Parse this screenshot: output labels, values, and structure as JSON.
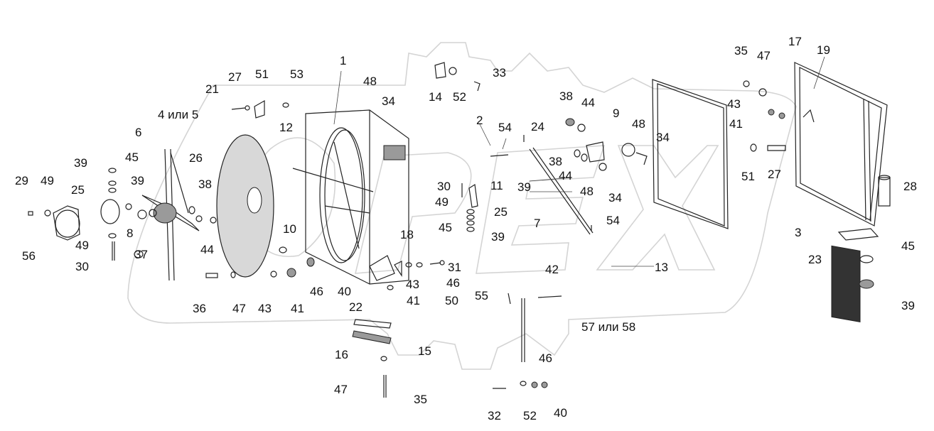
{
  "callouts": [
    {
      "id": "c1",
      "text": "1"
    },
    {
      "id": "c2",
      "text": "2"
    },
    {
      "id": "c3",
      "text": "3"
    },
    {
      "id": "c4",
      "text": "4 или 5"
    },
    {
      "id": "c6",
      "text": "6"
    },
    {
      "id": "c7",
      "text": "7"
    },
    {
      "id": "c8",
      "text": "8"
    },
    {
      "id": "c9",
      "text": "9"
    },
    {
      "id": "c10",
      "text": "10"
    },
    {
      "id": "c11",
      "text": "11"
    },
    {
      "id": "c12",
      "text": "12"
    },
    {
      "id": "c13",
      "text": "13"
    },
    {
      "id": "c14",
      "text": "14"
    },
    {
      "id": "c15",
      "text": "15"
    },
    {
      "id": "c16",
      "text": "16"
    },
    {
      "id": "c17",
      "text": "17"
    },
    {
      "id": "c18",
      "text": "18"
    },
    {
      "id": "c19",
      "text": "19"
    },
    {
      "id": "c21",
      "text": "21"
    },
    {
      "id": "c22",
      "text": "22"
    },
    {
      "id": "c23",
      "text": "23"
    },
    {
      "id": "c24",
      "text": "24"
    },
    {
      "id": "c25a",
      "text": "25"
    },
    {
      "id": "c25b",
      "text": "25"
    },
    {
      "id": "c26",
      "text": "26"
    },
    {
      "id": "c27a",
      "text": "27"
    },
    {
      "id": "c27b",
      "text": "27"
    },
    {
      "id": "c28",
      "text": "28"
    },
    {
      "id": "c29",
      "text": "29"
    },
    {
      "id": "c30a",
      "text": "30"
    },
    {
      "id": "c30b",
      "text": "30"
    },
    {
      "id": "c31",
      "text": "31"
    },
    {
      "id": "c32",
      "text": "32"
    },
    {
      "id": "c33",
      "text": "33"
    },
    {
      "id": "c34a",
      "text": "34"
    },
    {
      "id": "c34b",
      "text": "34"
    },
    {
      "id": "c34c",
      "text": "34"
    },
    {
      "id": "c35a",
      "text": "35"
    },
    {
      "id": "c35b",
      "text": "35"
    },
    {
      "id": "c36",
      "text": "36"
    },
    {
      "id": "c37",
      "text": "37"
    },
    {
      "id": "c38a",
      "text": "38"
    },
    {
      "id": "c38b",
      "text": "38"
    },
    {
      "id": "c38c",
      "text": "38"
    },
    {
      "id": "c39a",
      "text": "39"
    },
    {
      "id": "c39b",
      "text": "39"
    },
    {
      "id": "c39c",
      "text": "39"
    },
    {
      "id": "c39d",
      "text": "39"
    },
    {
      "id": "c39e",
      "text": "39"
    },
    {
      "id": "c40a",
      "text": "40"
    },
    {
      "id": "c40b",
      "text": "40"
    },
    {
      "id": "c41a",
      "text": "41"
    },
    {
      "id": "c41b",
      "text": "41"
    },
    {
      "id": "c41c",
      "text": "41"
    },
    {
      "id": "c42",
      "text": "42"
    },
    {
      "id": "c43a",
      "text": "43"
    },
    {
      "id": "c43b",
      "text": "43"
    },
    {
      "id": "c43c",
      "text": "43"
    },
    {
      "id": "c44a",
      "text": "44"
    },
    {
      "id": "c44b",
      "text": "44"
    },
    {
      "id": "c44c",
      "text": "44"
    },
    {
      "id": "c45a",
      "text": "45"
    },
    {
      "id": "c45b",
      "text": "45"
    },
    {
      "id": "c45c",
      "text": "45"
    },
    {
      "id": "c46a",
      "text": "46"
    },
    {
      "id": "c46b",
      "text": "46"
    },
    {
      "id": "c46c",
      "text": "46"
    },
    {
      "id": "c47a",
      "text": "47"
    },
    {
      "id": "c47b",
      "text": "47"
    },
    {
      "id": "c47c",
      "text": "47"
    },
    {
      "id": "c48a",
      "text": "48"
    },
    {
      "id": "c48b",
      "text": "48"
    },
    {
      "id": "c48c",
      "text": "48"
    },
    {
      "id": "c49a",
      "text": "49"
    },
    {
      "id": "c49b",
      "text": "49"
    },
    {
      "id": "c49c",
      "text": "49"
    },
    {
      "id": "c50",
      "text": "50"
    },
    {
      "id": "c51a",
      "text": "51"
    },
    {
      "id": "c51b",
      "text": "51"
    },
    {
      "id": "c52a",
      "text": "52"
    },
    {
      "id": "c52b",
      "text": "52"
    },
    {
      "id": "c53",
      "text": "53"
    },
    {
      "id": "c54a",
      "text": "54"
    },
    {
      "id": "c54b",
      "text": "54"
    },
    {
      "id": "c55",
      "text": "55"
    },
    {
      "id": "c56",
      "text": "56"
    },
    {
      "id": "c57",
      "text": "57 или 58"
    }
  ]
}
